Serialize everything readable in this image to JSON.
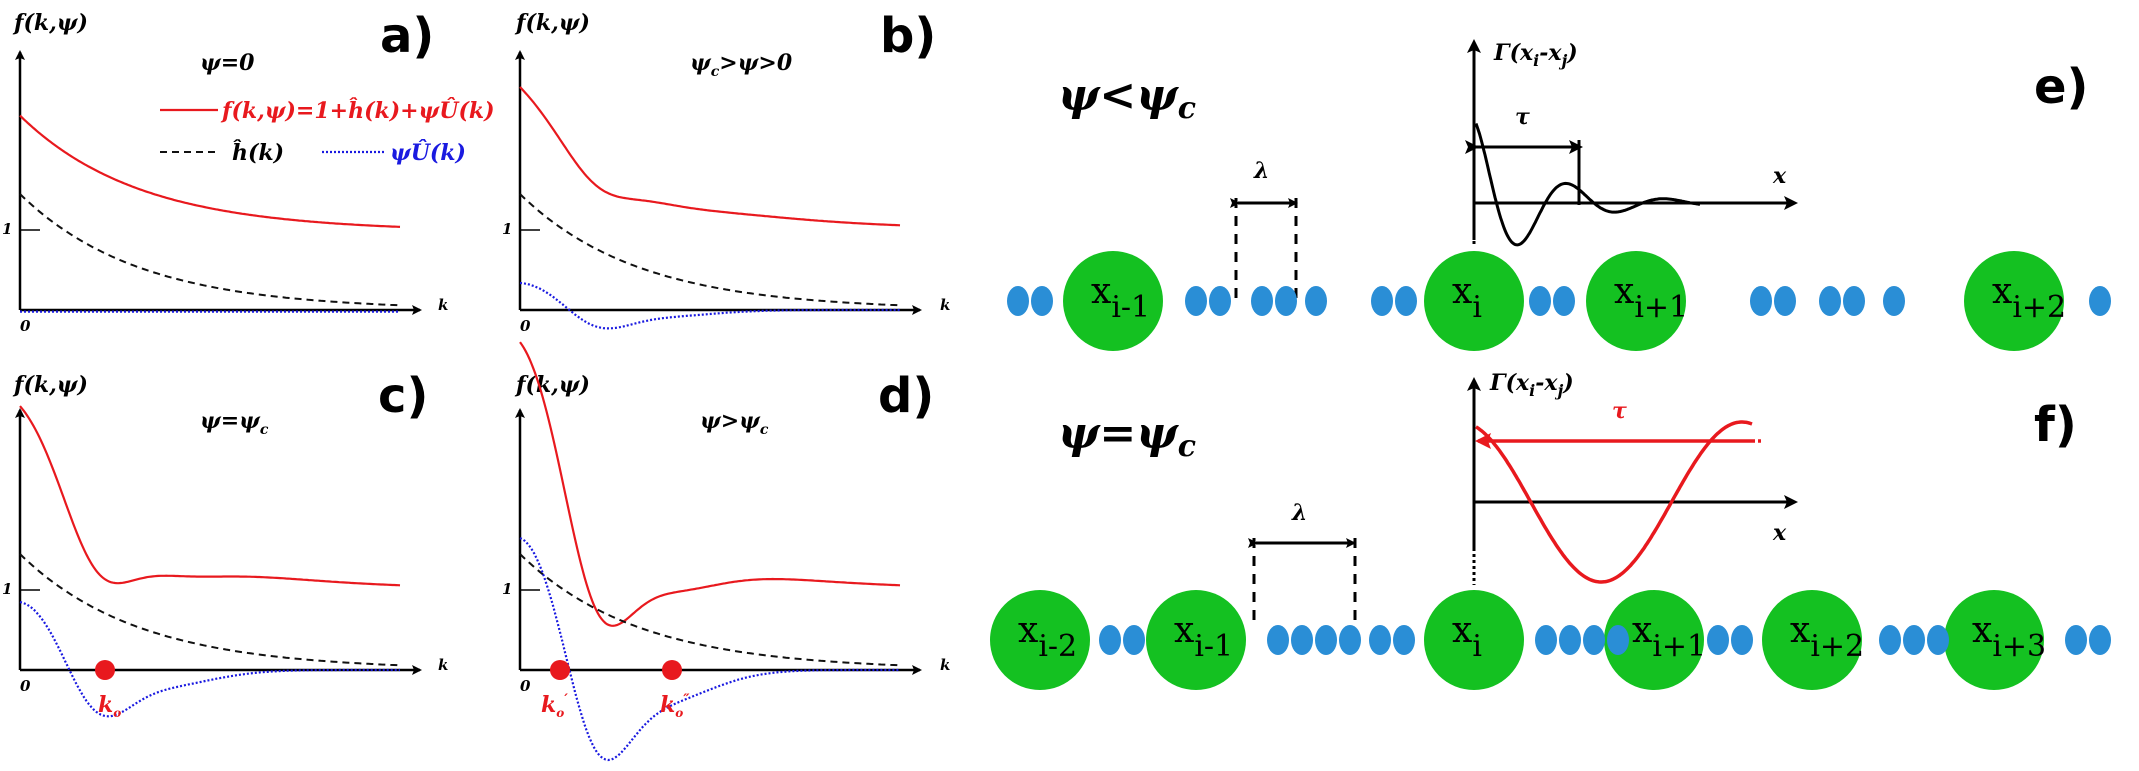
{
  "colors": {
    "f_curve": "#e8191e",
    "h_curve": "#111111",
    "u_curve": "#1a1ae0",
    "atom_green": "#14c121",
    "dot_blue": "#2a8ed6",
    "gamma_red": "#e8191e"
  },
  "plots": {
    "ylabel": "f(k,ψ)",
    "xlabel": "k",
    "origin": "0",
    "one": "1",
    "a": {
      "letter": "a)",
      "condition": "ψ=0"
    },
    "b": {
      "letter": "b)",
      "condition": "ψc>ψ>0",
      "cond_main": "ψ",
      "cond_sub": "c",
      "cond_rest": ">ψ>0"
    },
    "c": {
      "letter": "c)",
      "condition": "ψ=ψc",
      "cond_main": "ψ=ψ",
      "cond_sub": "c",
      "root": "k",
      "root_sub": "o"
    },
    "d": {
      "letter": "d)",
      "condition": "ψ>ψc",
      "cond_main": "ψ>ψ",
      "cond_sub": "c",
      "root1": "k",
      "root1_sub": "o",
      "root1_sup": "′",
      "root2": "k",
      "root2_sub": "o",
      "root2_sup": "″"
    },
    "legend": {
      "f_label": "f(k,ψ)=1+ĥ(k)+ψÛ(k)",
      "h_label": "ĥ(k)",
      "u_label": "ψÛ(k)"
    }
  },
  "chains": {
    "e": {
      "letter": "e)",
      "condition_main": "ψ<ψ",
      "condition_sub": "c",
      "gamma_label": "Γ(x",
      "gamma_i": "i",
      "gamma_mid": "-x",
      "gamma_j": "j",
      "gamma_close": ")",
      "x_axis": "x",
      "tau": "τ",
      "lambda": "λ",
      "atoms": [
        {
          "main": "x",
          "sub": "i-1"
        },
        {
          "main": "x",
          "sub": "i"
        },
        {
          "main": "x",
          "sub": "i+1"
        },
        {
          "main": "x",
          "sub": "i+2"
        }
      ]
    },
    "f": {
      "letter": "f)",
      "condition_main": "ψ=ψ",
      "condition_sub": "c",
      "gamma_label": "Γ(x",
      "gamma_i": "i",
      "gamma_mid": "-x",
      "gamma_j": "j",
      "gamma_close": ")",
      "x_axis": "x",
      "tau": "τ",
      "lambda": "λ",
      "atoms": [
        {
          "main": "x",
          "sub": "i-2"
        },
        {
          "main": "x",
          "sub": "i-1"
        },
        {
          "main": "x",
          "sub": "i"
        },
        {
          "main": "x",
          "sub": "i+1"
        },
        {
          "main": "x",
          "sub": "i+2"
        },
        {
          "main": "x",
          "sub": "i+3"
        }
      ]
    }
  }
}
